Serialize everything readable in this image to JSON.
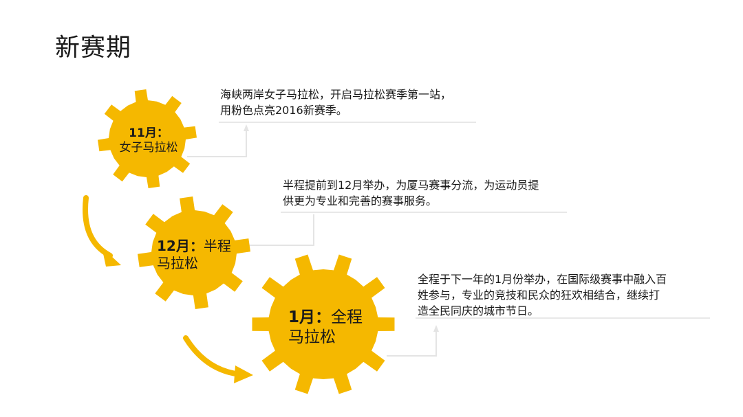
{
  "slide": {
    "title": "新赛期",
    "accent_color": "#F5B800",
    "line_color": "#e4e4e4"
  },
  "gears": [
    {
      "month": "11月：",
      "name": "女子马拉松"
    },
    {
      "month": "12月：",
      "name_line1": "半程",
      "name_line2": "马拉松"
    },
    {
      "month": "1月：",
      "name_line1": "全程",
      "name_line2": "马拉松"
    }
  ],
  "descriptions": [
    {
      "line1": "海峡两岸女子马拉松，开启马拉松赛季第一站，",
      "line2": "用粉色点亮2016新赛季。"
    },
    {
      "line1": "半程提前到12月举办，为厦马赛事分流，为运动员提",
      "line2": "供更为专业和完善的赛事服务。"
    },
    {
      "line1": "全程于下一年的1月份举办，在国际级赛事中融入百",
      "line2": "姓参与，专业的竞技和民众的狂欢相结合，继续打",
      "line3": "造全民同庆的城市节日。"
    }
  ],
  "icons": [
    "gear-icon",
    "curved-arrow-icon",
    "connector-arrow-icon"
  ]
}
